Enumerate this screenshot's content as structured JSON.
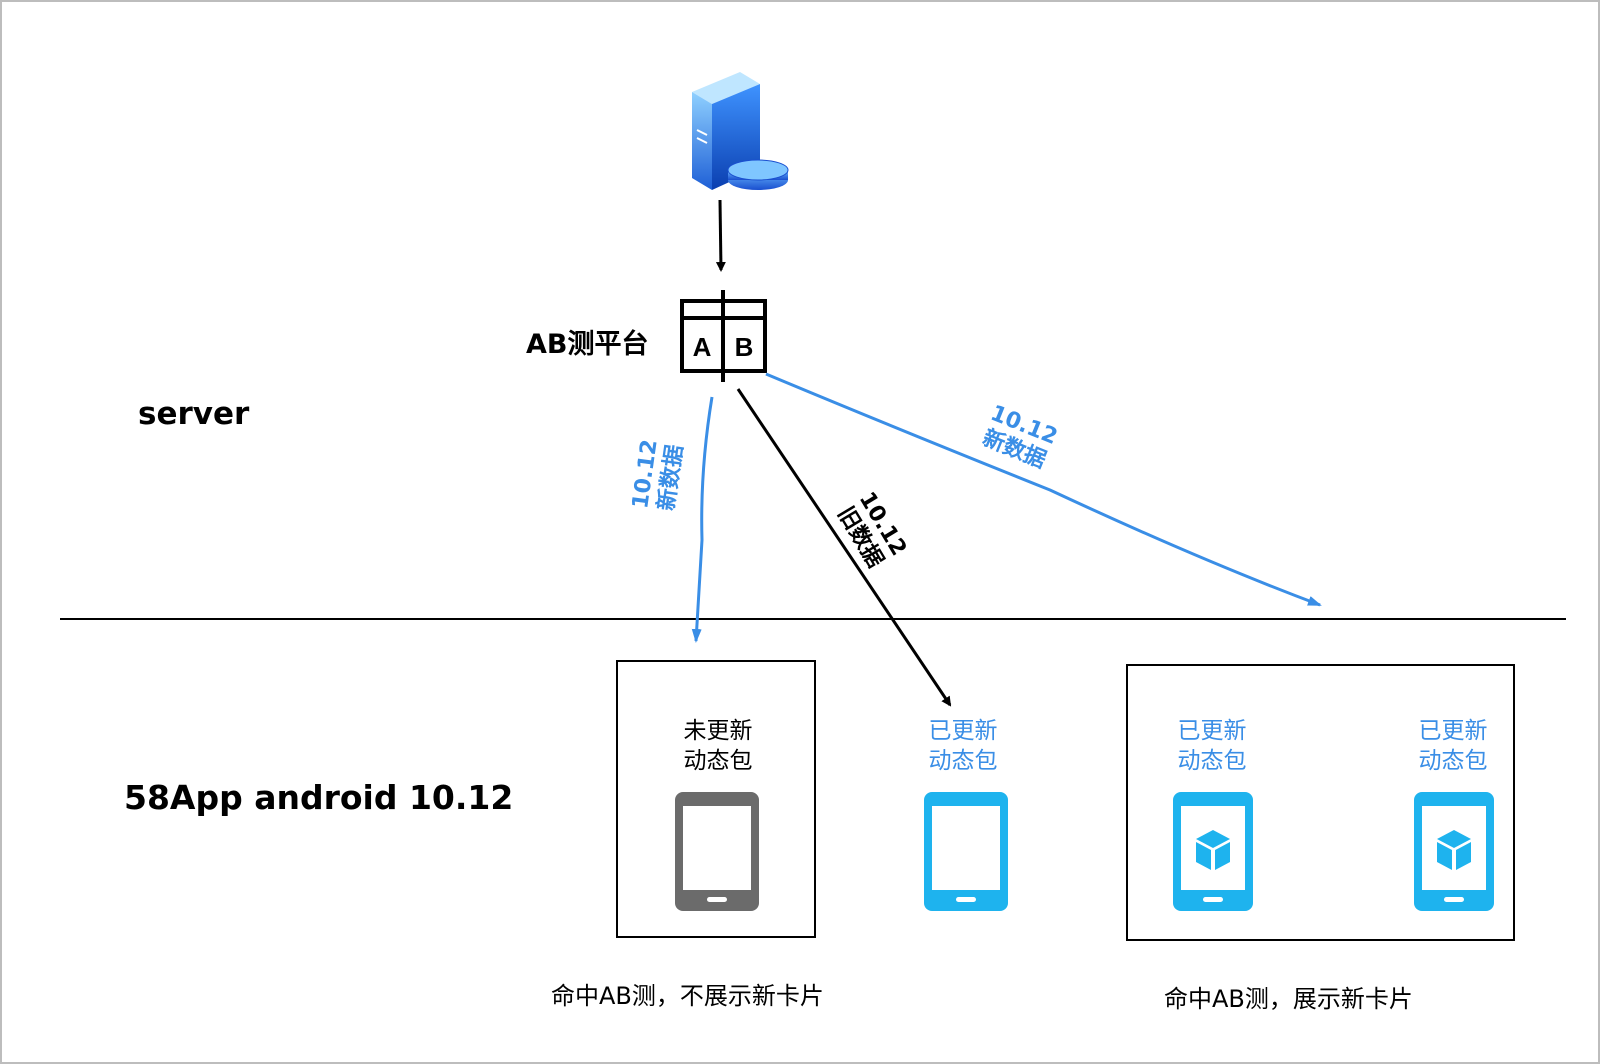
{
  "colors": {
    "blue": "#3a8ee6",
    "phone_blue": "#1eb3ee",
    "phone_gray": "#6b6b6b",
    "black": "#000000"
  },
  "icons": {
    "server": "server-database-icon",
    "ab": "ab-test-icon",
    "phone": "mobile-phone-icon",
    "package": "package-cube-icon"
  },
  "labels": {
    "server": "server",
    "app": "58App android 10.12",
    "ab_platform": "AB测平台",
    "arrow_left": {
      "line1": "10.12",
      "line2": "新数据"
    },
    "arrow_mid": {
      "line1": "10.12",
      "line2": "旧数据"
    },
    "arrow_right": {
      "line1": "10.12",
      "line2": "新数据"
    },
    "phone_not_updated": "未更新\n动态包",
    "phone_updated_1": "已更新\n动态包",
    "phone_updated_2": "已更新\n动态包",
    "phone_updated_3": "已更新\n动态包",
    "caption_left": "命中AB测，不展示新卡片",
    "caption_right": "命中AB测，展示新卡片"
  }
}
